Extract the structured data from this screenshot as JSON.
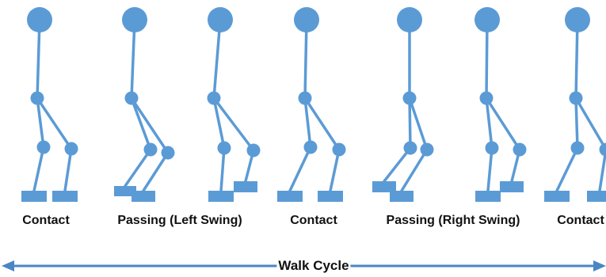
{
  "colors": {
    "figure": "#5b9bd5",
    "arrow": "#4a86c5",
    "text": "#111111",
    "background": "#ffffff"
  },
  "pose_labels": [
    "Contact",
    "Passing (Left Swing)",
    "Contact",
    "Passing (Right Swing)",
    "Contact"
  ],
  "cycle_label": "Walk Cycle"
}
